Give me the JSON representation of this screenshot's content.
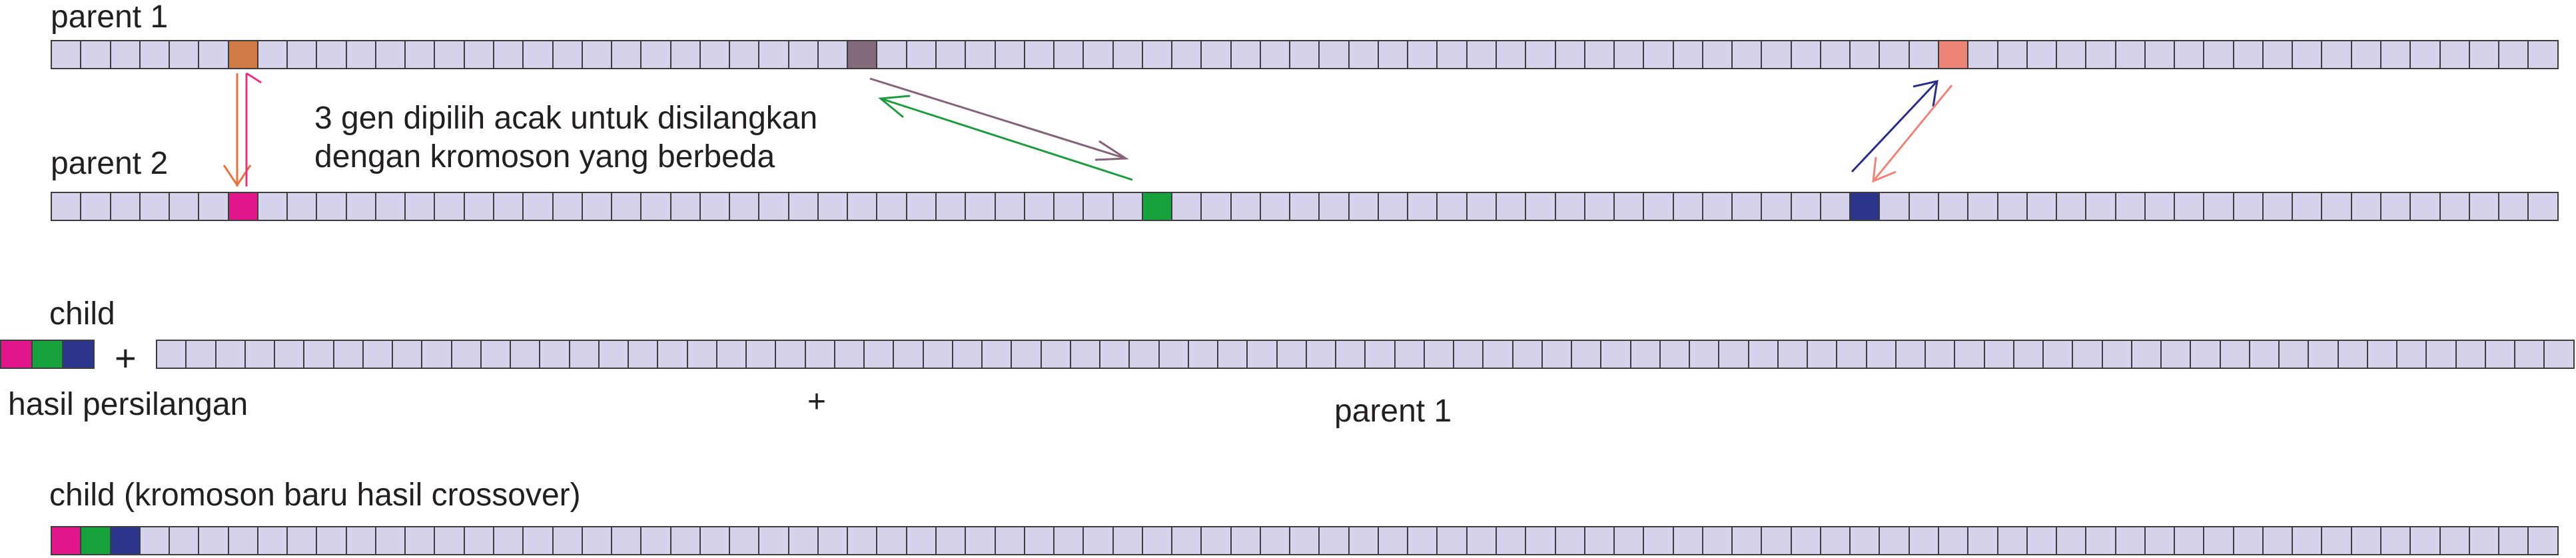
{
  "labels": {
    "parent1": "parent 1",
    "parent2": "parent 2",
    "note_line1": "3 gen dipilih acak untuk disilangkan",
    "note_line2": "dengan kromoson yang berbeda",
    "child": "child",
    "plus": "+",
    "hasil": "hasil persilangan",
    "parent1_ref": "parent 1",
    "child_new": "child (kromoson baru hasil crossover)"
  },
  "colors": {
    "gene_default": "#d5d2ec",
    "gene_border": "#3d3d3d",
    "orange": "#d27a45",
    "mauve": "#846b7b",
    "salmon": "#ec8478",
    "magenta": "#e0168a",
    "green": "#17a23d",
    "navy": "#2b358c",
    "arrow_orange": "#e3733f",
    "arrow_pink": "#ec2f86",
    "arrow_mauve": "#86627a",
    "arrow_green": "#1d9b3e",
    "arrow_navy": "#2c2f88",
    "arrow_salmon": "#ee8377"
  },
  "chromosomes": [
    {
      "name": "parent1",
      "gene_count": 85,
      "highlighted": [
        {
          "index": 6,
          "color": "orange"
        },
        {
          "index": 27,
          "color": "mauve"
        },
        {
          "index": 64,
          "color": "salmon"
        }
      ]
    },
    {
      "name": "parent2",
      "gene_count": 85,
      "highlighted": [
        {
          "index": 6,
          "color": "magenta"
        },
        {
          "index": 37,
          "color": "green"
        },
        {
          "index": 61,
          "color": "navy"
        }
      ]
    },
    {
      "name": "child-prefix",
      "gene_count": 3,
      "highlighted": [
        {
          "index": 0,
          "color": "magenta"
        },
        {
          "index": 1,
          "color": "green"
        },
        {
          "index": 2,
          "color": "navy"
        }
      ]
    },
    {
      "name": "child-parent1-rest",
      "gene_count": 82,
      "highlighted": []
    },
    {
      "name": "child-new",
      "gene_count": 85,
      "highlighted": [
        {
          "index": 0,
          "color": "magenta"
        },
        {
          "index": 1,
          "color": "green"
        },
        {
          "index": 2,
          "color": "navy"
        }
      ]
    }
  ]
}
